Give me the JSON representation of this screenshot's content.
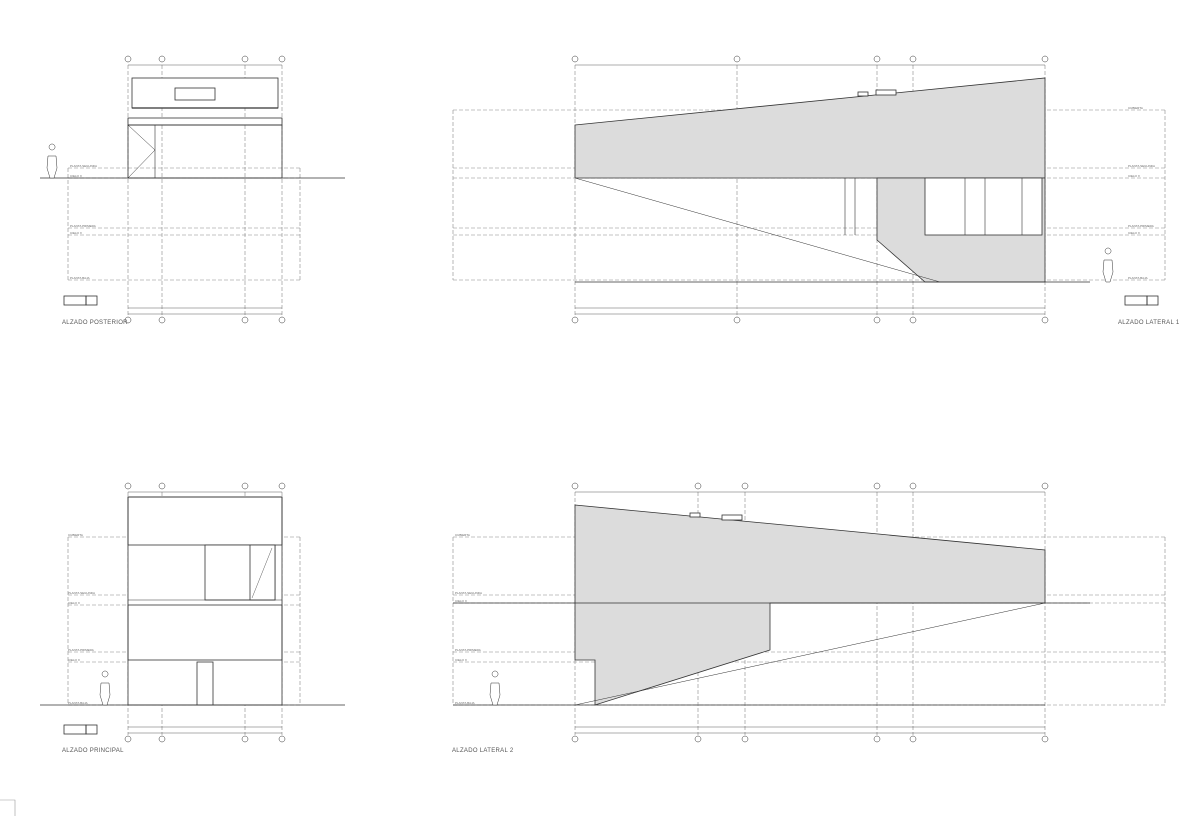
{
  "drawings": [
    {
      "id": "posterior",
      "title": "ALZADO POSTERIOR",
      "levels": [
        "PLANTA SEGUNDA",
        "CIELO X",
        "PLANTA PRIMERA",
        "CIELO X",
        "PLANTA BAJA"
      ]
    },
    {
      "id": "lateral1",
      "title": "ALZADO LATERAL 1",
      "levels": [
        "CUBIERTA",
        "PLANTA SEGUNDA",
        "CIELO X",
        "PLANTA PRIMERA",
        "CIELO X",
        "PLANTA BAJA"
      ]
    },
    {
      "id": "principal",
      "title": "ALZADO PRINCIPAL",
      "levels": [
        "CUBIERTA",
        "PLANTA SEGUNDA",
        "CIELO X",
        "PLANTA PRIMERA",
        "CIELO X",
        "PLANTA BAJA"
      ]
    },
    {
      "id": "lateral2",
      "title": "ALZADO LATERAL 2",
      "levels": [
        "CUBIERTA",
        "PLANTA SEGUNDA",
        "CIELO X",
        "PLANTA PRIMERA",
        "CIELO X",
        "PLANTA BAJA"
      ]
    }
  ],
  "colors": {
    "fill": "#dcdcdc",
    "line": "#333333",
    "dash": "#888888"
  }
}
